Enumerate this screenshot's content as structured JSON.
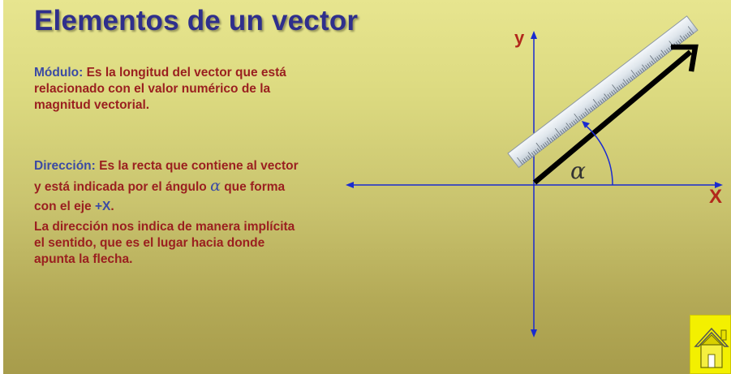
{
  "slide": {
    "title": "Elementos de un vector"
  },
  "modulo": {
    "label": "Módulo: ",
    "line1": "Es la longitud del vector que está",
    "line2": "relacionado con el valor numérico de la",
    "line3": "magnitud vectorial."
  },
  "direccion": {
    "label": "Dirección: ",
    "line1": "Es la recta que contiene al vector",
    "line2_before": "y está indicada por el ángulo ",
    "alpha": "α",
    "line2_after": " que forma",
    "line3_before": "con el eje ",
    "axis_ref": "+X",
    "line3_after": ".",
    "line4": "La dirección nos indica de manera implícita",
    "line5": "el sentido, que es el lugar hacia donde",
    "line6": "apunta la flecha."
  },
  "diagram": {
    "y_label": "y",
    "x_label": "X",
    "angle_label": "α"
  },
  "colors": {
    "title": "#2f2f8c",
    "body_text": "#9a1f1f",
    "label": "#3b4aa4",
    "axis": "#1a2bd0",
    "axis_letter": "#b2281c",
    "vector": "#000000",
    "home_button": "#f3f000"
  },
  "icons": {
    "home": "house-icon",
    "ruler": "ruler-image"
  }
}
